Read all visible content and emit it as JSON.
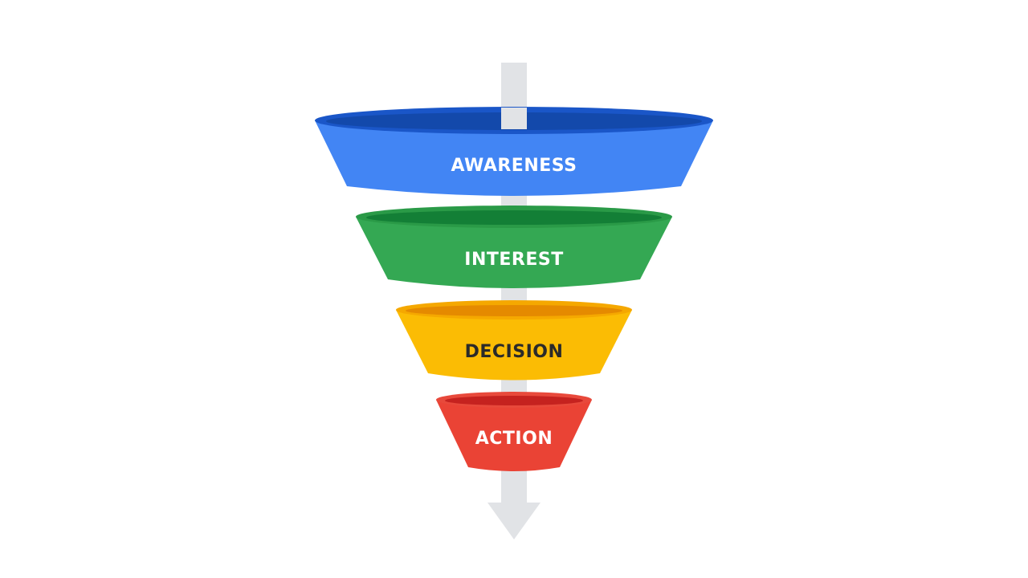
{
  "funnel": {
    "arrow_color": "#E1E3E6",
    "stages": [
      {
        "label": "AWARENESS",
        "body_color": "#4285F4",
        "rim_color": "#1A56C8",
        "inner_color": "#1349AB",
        "text_color": "#FFFFFF"
      },
      {
        "label": "INTEREST",
        "body_color": "#34A853",
        "rim_color": "#2A9A47",
        "inner_color": "#137F36",
        "text_color": "#FFFFFF"
      },
      {
        "label": "DECISION",
        "body_color": "#FBBC04",
        "rim_color": "#F5A800",
        "inner_color": "#E58A00",
        "text_color": "#2A2A2A"
      },
      {
        "label": "ACTION",
        "body_color": "#EA4335",
        "rim_color": "#E8493B",
        "inner_color": "#C5221F",
        "text_color": "#FFFFFF"
      }
    ]
  }
}
